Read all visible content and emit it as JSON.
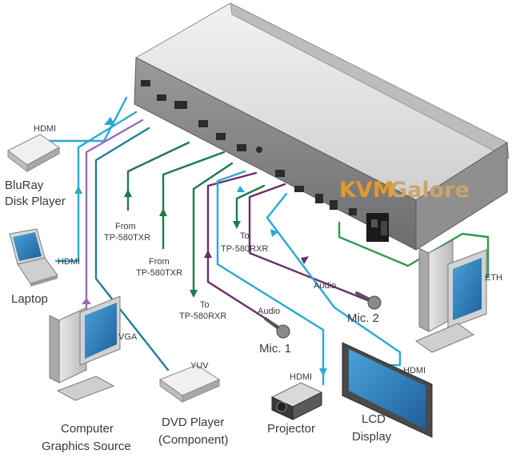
{
  "watermark": {
    "part1": "KVM",
    "part2": "Galore",
    "color1": "#e39a2b",
    "color2": "#c9a56a"
  },
  "devices": {
    "bluray": {
      "line1": "BluRay",
      "line2": "Disk Player",
      "cable": "HDMI"
    },
    "laptop": {
      "label": "Laptop",
      "cable": "HDMI"
    },
    "computer": {
      "line1": "Computer",
      "line2": "Graphics Source",
      "cable": "VGA"
    },
    "dvd": {
      "line1": "DVD Player",
      "line2": "(Component)",
      "cable": "YUV"
    },
    "projector": {
      "label": "Projector",
      "cable": "HDMI"
    },
    "lcd": {
      "line1": "LCD",
      "line2": "Display",
      "cable": "HDMI"
    },
    "mic1": {
      "label": "Mic. 1",
      "cable": "Audio"
    },
    "mic2": {
      "label": "Mic. 2",
      "cable": "Audio"
    },
    "pc_right": {
      "cable": "ETH"
    }
  },
  "connections": {
    "from_txr_1": {
      "line1": "From",
      "line2": "TP-580TXR"
    },
    "from_txr_2": {
      "line1": "From",
      "line2": "TP-580TXR"
    },
    "to_rxr_1": {
      "line1": "To",
      "line2": "TP-580RXR"
    },
    "to_rxr_2": {
      "line1": "To",
      "line2": "TP-580RXR"
    }
  },
  "colors": {
    "hdmi": "#2aa8d8",
    "vga": "#9a6ab8",
    "yuv": "#1f7f96",
    "twisted_pair": "#1f7a4a",
    "audio": "#6b2d6b",
    "eth": "#2f9a4e"
  }
}
